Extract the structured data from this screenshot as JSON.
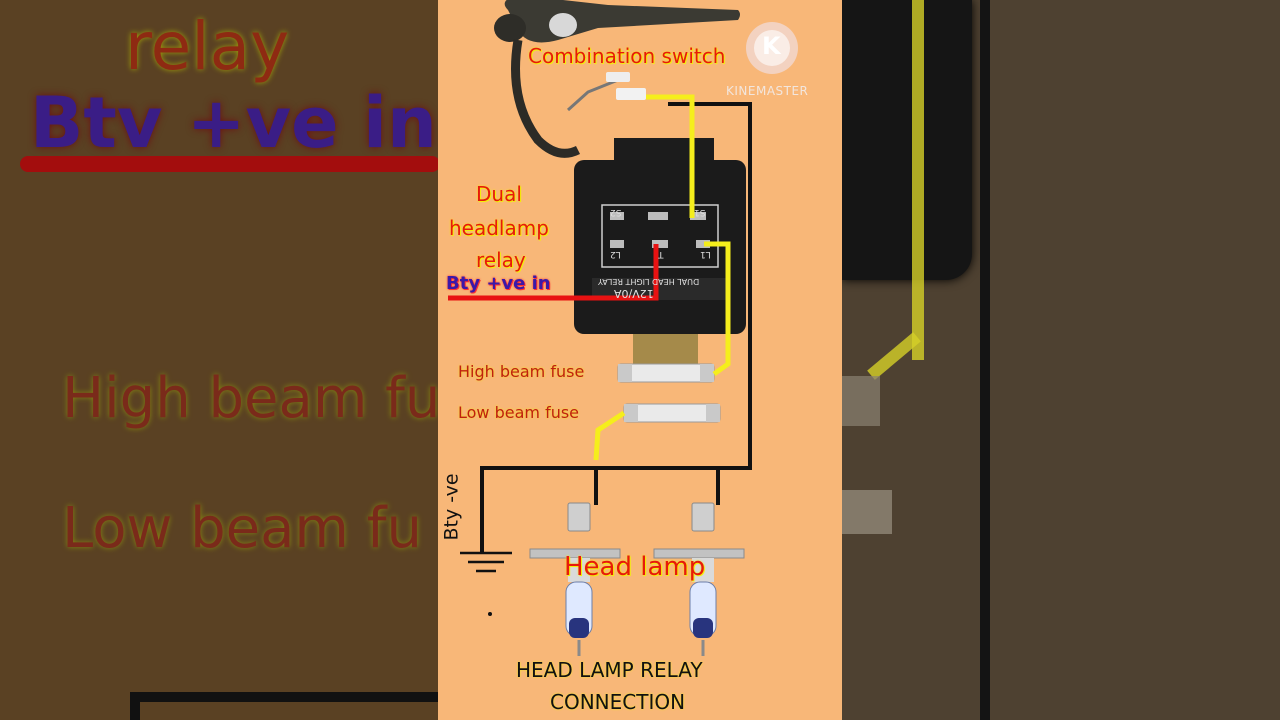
{
  "watermark": {
    "name": "KINEMASTER",
    "logo_letter": "K"
  },
  "left_panel": {
    "title": "relay",
    "bty_in": "Btv +ve in",
    "high_fuse": "High beam fus",
    "low_fuse": "Low beam fu"
  },
  "labels": {
    "combination_switch": "Combination switch",
    "relay_line1": "Dual",
    "relay_line2": "headlamp",
    "relay_line3": "relay",
    "bty_in": "Bty +ve in",
    "high_beam_fuse": "High beam fuse",
    "low_beam_fuse": "Low beam fuse",
    "bty_ve": "Bty -ve",
    "head_lamp": "Head lamp",
    "caption_line1": "HEAD LAMP RELAY",
    "caption_line2": "CONNECTION"
  },
  "relay_markings": {
    "rating": "12V/0A",
    "name": "DUAL HEAD LIGHT RELAY",
    "pins": [
      "S2",
      "S1",
      "L2",
      "L1",
      "T"
    ]
  },
  "colors": {
    "background": "#f8b778",
    "wire_black": "#111111",
    "wire_yellow": "#f5ee1c",
    "wire_red": "#e81212"
  }
}
